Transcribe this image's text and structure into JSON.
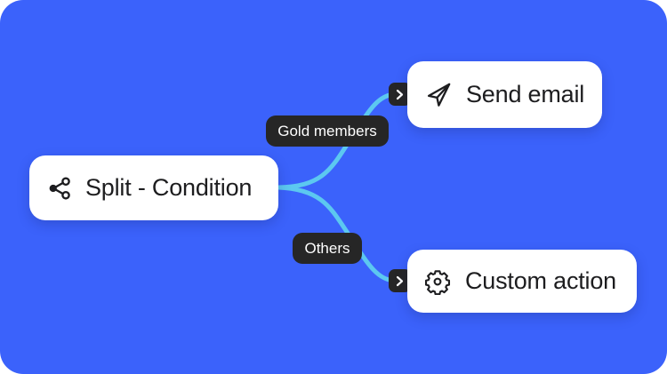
{
  "diagram": {
    "type": "workflow-automation-flowchart",
    "background_color": "#3b62fb",
    "connector_color": "#5cc8f0",
    "pill_color": "#262626",
    "card_color": "#ffffff",
    "nodes": [
      {
        "id": "split",
        "label": "Split - Condition",
        "icon": "share-split-icon"
      },
      {
        "id": "send-email",
        "label": "Send email",
        "icon": "paper-plane-icon"
      },
      {
        "id": "custom-action",
        "label": "Custom action",
        "icon": "gear-icon"
      }
    ],
    "branches": [
      {
        "id": "gold",
        "label": "Gold members",
        "from": "split",
        "to": "send-email"
      },
      {
        "id": "others",
        "label": "Others",
        "from": "split",
        "to": "custom-action"
      }
    ],
    "connector_badges": [
      {
        "id": "badge-email",
        "icon": "chevron-right-icon"
      },
      {
        "id": "badge-custom",
        "icon": "chevron-right-icon"
      }
    ]
  }
}
